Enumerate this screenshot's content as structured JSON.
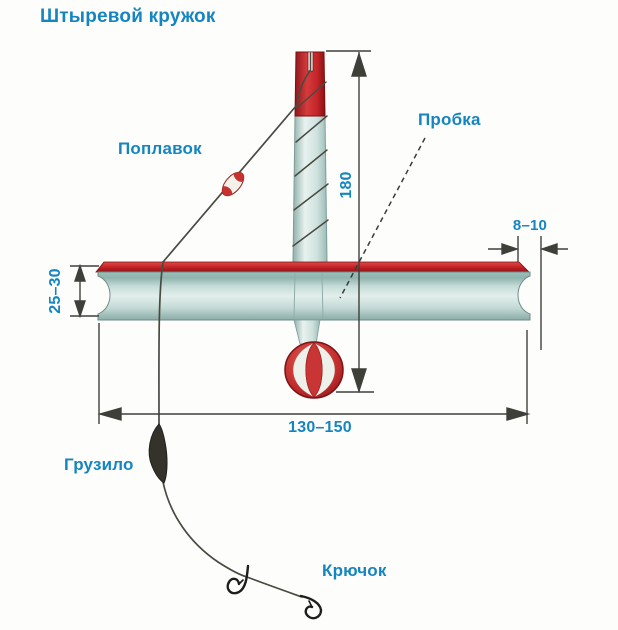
{
  "title": "Штыревой кружок",
  "labels": {
    "float": "Поплавок",
    "cork": "Пробка",
    "sinker": "Грузило",
    "hook": "Крючок"
  },
  "dimensions": {
    "pin_height_mm": "180",
    "rim_width_mm": "8–10",
    "disc_thickness_mm": "25–30",
    "disc_diameter_mm": "130–150"
  },
  "colors": {
    "label_text": "#1585c2",
    "accent_red": "#c32428",
    "disc_teal": "#c6dcd8",
    "line_dark": "#3f3f3a",
    "background": "#ffffff"
  }
}
